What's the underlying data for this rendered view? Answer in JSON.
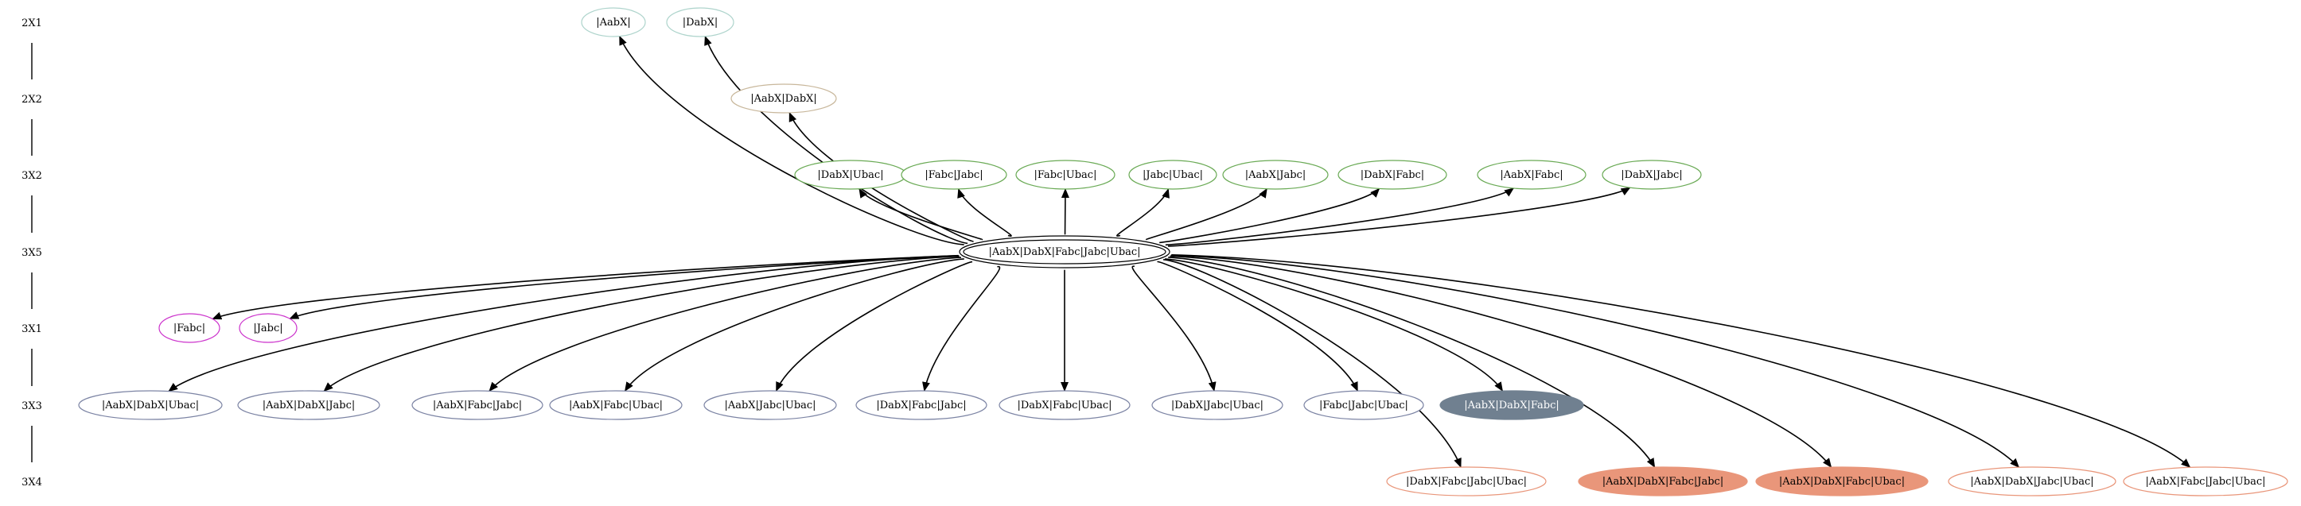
{
  "rows": [
    "2X1",
    "2X2",
    "3X2",
    "3X5",
    "3X1",
    "3X3",
    "3X4"
  ],
  "styles": {
    "2X1": {
      "stroke": "#aed4cc",
      "fill": "none",
      "text": "#000000"
    },
    "2X2": {
      "stroke": "#c8b79b",
      "fill": "none",
      "text": "#000000"
    },
    "3X2": {
      "stroke": "#6aaa55",
      "fill": "none",
      "text": "#000000"
    },
    "3X5": {
      "stroke": "#000000",
      "fill": "none",
      "text": "#000000"
    },
    "3X1": {
      "stroke": "#cc33cc",
      "fill": "none",
      "text": "#000000"
    },
    "3X3": {
      "stroke": "#7c84a4",
      "fill": "none",
      "text": "#000000"
    },
    "3X3_filled": {
      "stroke": "#708090",
      "fill": "#708090",
      "text": "#ffffff"
    },
    "3X4": {
      "stroke": "#e9967a",
      "fill": "none",
      "text": "#000000"
    },
    "3X4_filled": {
      "stroke": "#e9967a",
      "fill": "#e9967a",
      "text": "#000000"
    }
  },
  "nodes": [
    {
      "id": "n1",
      "label": "|AabX|",
      "row": "2X1",
      "style": "2X1"
    },
    {
      "id": "n2",
      "label": "|DabX|",
      "row": "2X1",
      "style": "2X1"
    },
    {
      "id": "n3",
      "label": "|AabX|DabX|",
      "row": "2X2",
      "style": "2X2"
    },
    {
      "id": "n4",
      "label": "|DabX|Ubac|",
      "row": "3X2",
      "style": "3X2"
    },
    {
      "id": "n5",
      "label": "|Fabc|Jabc|",
      "row": "3X2",
      "style": "3X2"
    },
    {
      "id": "n6",
      "label": "|Fabc|Ubac|",
      "row": "3X2",
      "style": "3X2"
    },
    {
      "id": "n7",
      "label": "|Jabc|Ubac|",
      "row": "3X2",
      "style": "3X2"
    },
    {
      "id": "n8",
      "label": "|AabX|Jabc|",
      "row": "3X2",
      "style": "3X2"
    },
    {
      "id": "n9",
      "label": "|DabX|Fabc|",
      "row": "3X2",
      "style": "3X2"
    },
    {
      "id": "n10",
      "label": "|AabX|Fabc|",
      "row": "3X2",
      "style": "3X2"
    },
    {
      "id": "n11",
      "label": "|DabX|Jabc|",
      "row": "3X2",
      "style": "3X2"
    },
    {
      "id": "center",
      "label": "|AabX|DabX|Fabc|Jabc|Ubac|",
      "row": "3X5",
      "style": "3X5"
    },
    {
      "id": "n13",
      "label": "|Fabc|",
      "row": "3X1",
      "style": "3X1"
    },
    {
      "id": "n14",
      "label": "|Jabc|",
      "row": "3X1",
      "style": "3X1"
    },
    {
      "id": "n15",
      "label": "|AabX|DabX|Ubac|",
      "row": "3X3",
      "style": "3X3"
    },
    {
      "id": "n16",
      "label": "|AabX|DabX|Jabc|",
      "row": "3X3",
      "style": "3X3"
    },
    {
      "id": "n17",
      "label": "|AabX|Fabc|Jabc|",
      "row": "3X3",
      "style": "3X3"
    },
    {
      "id": "n18",
      "label": "|AabX|Fabc|Ubac|",
      "row": "3X3",
      "style": "3X3"
    },
    {
      "id": "n19",
      "label": "|AabX|Jabc|Ubac|",
      "row": "3X3",
      "style": "3X3"
    },
    {
      "id": "n20",
      "label": "|DabX|Fabc|Jabc|",
      "row": "3X3",
      "style": "3X3"
    },
    {
      "id": "n21",
      "label": "|DabX|Fabc|Ubac|",
      "row": "3X3",
      "style": "3X3"
    },
    {
      "id": "n22",
      "label": "|DabX|Jabc|Ubac|",
      "row": "3X3",
      "style": "3X3"
    },
    {
      "id": "n23",
      "label": "|Fabc|Jabc|Ubac|",
      "row": "3X3",
      "style": "3X3"
    },
    {
      "id": "n24",
      "label": "|AabX|DabX|Fabc|",
      "row": "3X3",
      "style": "3X3_filled"
    },
    {
      "id": "n25",
      "label": "|DabX|Fabc|Jabc|Ubac|",
      "row": "3X4",
      "style": "3X4"
    },
    {
      "id": "n26",
      "label": "|AabX|DabX|Fabc|Jabc|",
      "row": "3X4",
      "style": "3X4_filled"
    },
    {
      "id": "n27",
      "label": "|AabX|DabX|Fabc|Ubac|",
      "row": "3X4",
      "style": "3X4_filled"
    },
    {
      "id": "n28",
      "label": "|AabX|DabX|Jabc|Ubac|",
      "row": "3X4",
      "style": "3X4"
    },
    {
      "id": "n29",
      "label": "|AabX|Fabc|Jabc|Ubac|",
      "row": "3X4",
      "style": "3X4"
    }
  ],
  "edges": [
    {
      "from": "center",
      "to": "n1"
    },
    {
      "from": "center",
      "to": "n2"
    },
    {
      "from": "center",
      "to": "n3"
    },
    {
      "from": "center",
      "to": "n4"
    },
    {
      "from": "center",
      "to": "n5"
    },
    {
      "from": "center",
      "to": "n6"
    },
    {
      "from": "center",
      "to": "n7"
    },
    {
      "from": "center",
      "to": "n8"
    },
    {
      "from": "center",
      "to": "n9"
    },
    {
      "from": "center",
      "to": "n10"
    },
    {
      "from": "center",
      "to": "n11"
    },
    {
      "from": "center",
      "to": "n13"
    },
    {
      "from": "center",
      "to": "n14"
    },
    {
      "from": "center",
      "to": "n15"
    },
    {
      "from": "center",
      "to": "n16"
    },
    {
      "from": "center",
      "to": "n17"
    },
    {
      "from": "center",
      "to": "n18"
    },
    {
      "from": "center",
      "to": "n19"
    },
    {
      "from": "center",
      "to": "n20"
    },
    {
      "from": "center",
      "to": "n21"
    },
    {
      "from": "center",
      "to": "n22"
    },
    {
      "from": "center",
      "to": "n23"
    },
    {
      "from": "center",
      "to": "n24"
    },
    {
      "from": "center",
      "to": "n25"
    },
    {
      "from": "center",
      "to": "n26"
    },
    {
      "from": "center",
      "to": "n27"
    },
    {
      "from": "center",
      "to": "n28"
    },
    {
      "from": "center",
      "to": "n29"
    }
  ]
}
